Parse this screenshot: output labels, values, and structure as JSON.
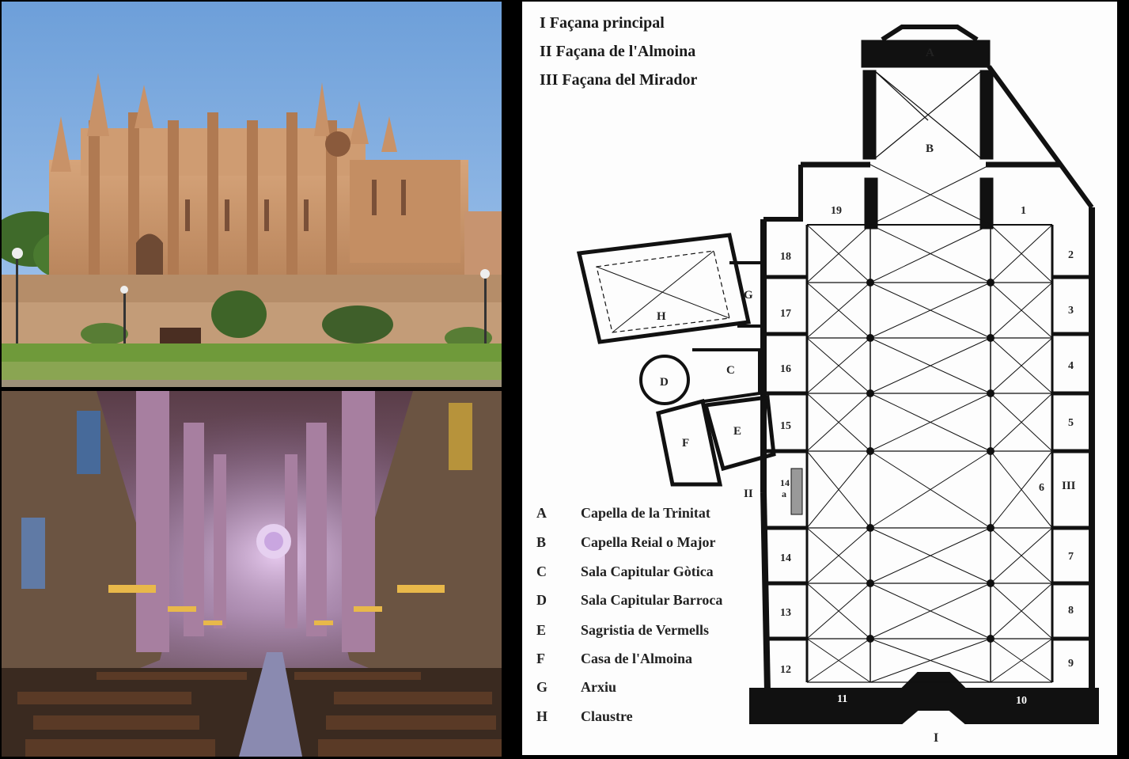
{
  "facades": [
    "I Façana principal",
    "II Façana de l'Almoina",
    "III Façana del Mirador"
  ],
  "legend": [
    {
      "code": "A",
      "label": "Capella de la Trinitat"
    },
    {
      "code": "B",
      "label": "Capella Reial o Major"
    },
    {
      "code": "C",
      "label": "Sala Capitular Gòtica"
    },
    {
      "code": "D",
      "label": "Sala Capitular Barroca"
    },
    {
      "code": "E",
      "label": "Sagristia de Vermells"
    },
    {
      "code": "F",
      "label": "Casa de l'Almoina"
    },
    {
      "code": "G",
      "label": "Arxiu"
    },
    {
      "code": "H",
      "label": "Claustre"
    }
  ],
  "plan_labels": {
    "A": "A",
    "B": "B",
    "C": "C",
    "D": "D",
    "E": "E",
    "F": "F",
    "G": "G",
    "H": "H",
    "I": "I",
    "II": "II",
    "III": "III",
    "c1": "1",
    "c2": "2",
    "c3": "3",
    "c4": "4",
    "c5": "5",
    "c6": "6",
    "c7": "7",
    "c8": "8",
    "c9": "9",
    "c10": "10",
    "c11": "11",
    "c12": "12",
    "c13": "13",
    "c14": "14",
    "c14a": "14",
    "c14b": "a",
    "c15": "15",
    "c16": "16",
    "c17": "17",
    "c18": "18",
    "c19": "19"
  },
  "colors": {
    "sky": "#7faee0",
    "stone": "#c8956a",
    "lawn": "#6f9a3a",
    "interior_light": "#b98ab8",
    "plan_ink": "#111111"
  }
}
